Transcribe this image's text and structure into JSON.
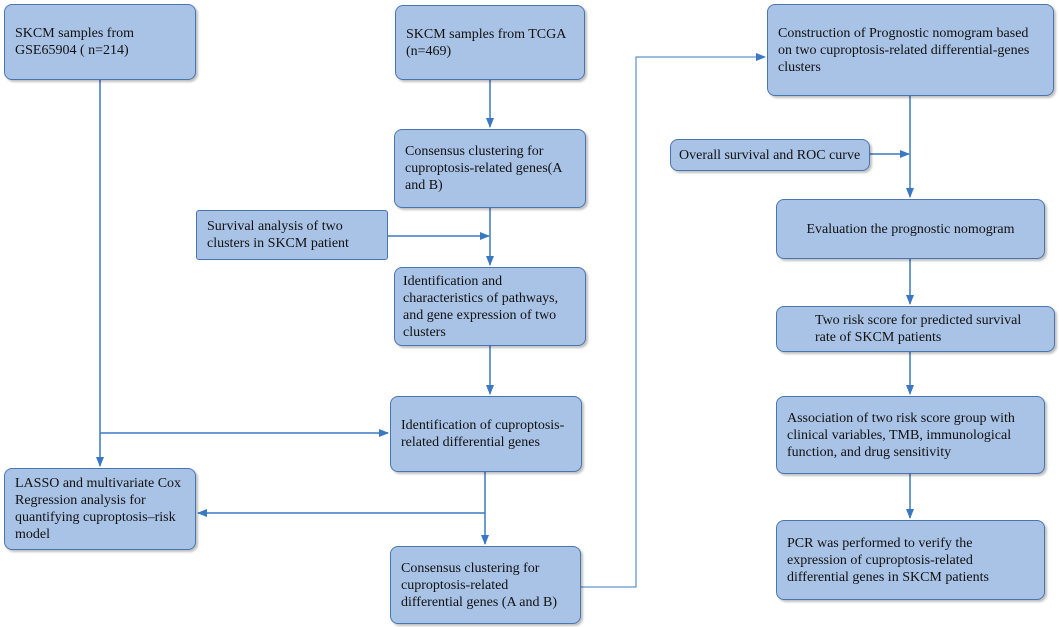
{
  "nodes": {
    "gse": "SKCM samples from GSE65904 ( n=214)",
    "tcga": "SKCM samples from TCGA (n=469)",
    "consensus1": "Consensus clustering for cuproptosis-related genes(A and B)",
    "survival": "Survival analysis of two clusters in SKCM patient",
    "identification": "Identification and characteristics of pathways, and gene expression of two clusters",
    "diffgenes": "Identification of cuproptosis-related differential genes",
    "lasso": "LASSO and multivariate Cox Regression analysis for quantifying cuproptosis–risk model",
    "consensus2": "Consensus clustering for cuproptosis-related differential genes (A and B)",
    "nomogram": "Construction of  Prognostic nomogram based on two cuproptosis-related differential-genes clusters",
    "roc": "Overall survival and ROC curve",
    "evaluation": "Evaluation the prognostic nomogram",
    "riskscore": "Two risk score for predicted survival rate of SKCM patients",
    "association": "Association of two risk score group with clinical variables, TMB, immunological function, and drug sensitivity",
    "pcr": "PCR was performed to verify the expression of cuproptosis-related differential genes in  SKCM patients"
  },
  "colors": {
    "box_fill": "#a9c3e6",
    "box_border": "#4a76b0",
    "arrow": "#3a78c4"
  }
}
